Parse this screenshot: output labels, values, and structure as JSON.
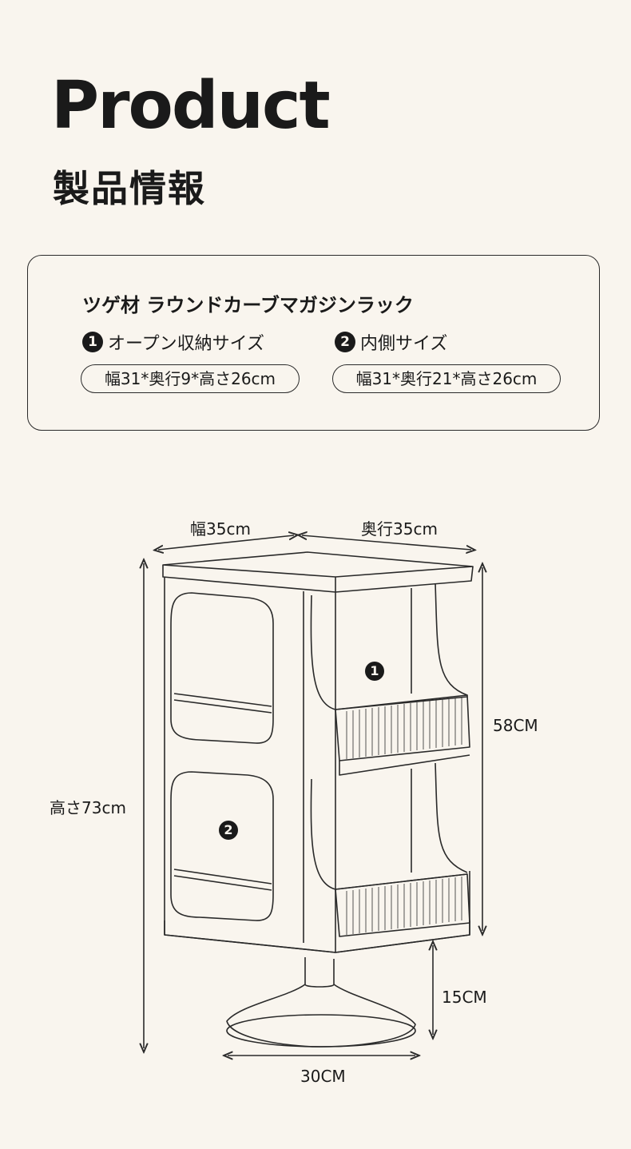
{
  "header": {
    "title_en": "Product",
    "title_ja": "製品情報"
  },
  "info": {
    "product_name": "ツゲ材 ラウンドカーブマガジンラック",
    "specs": [
      {
        "number": "1",
        "label": "オープン収納サイズ",
        "value": "幅31*奥行9*高さ26cm"
      },
      {
        "number": "2",
        "label": "内側サイズ",
        "value": "幅31*奥行21*高さ26cm"
      }
    ]
  },
  "diagram": {
    "width_label": "幅35cm",
    "depth_label": "奥行35cm",
    "height_label": "高さ73cm",
    "body_height_label": "58CM",
    "stand_height_label": "15CM",
    "base_width_label": "30CM",
    "marker_1": "1",
    "marker_2": "2"
  }
}
